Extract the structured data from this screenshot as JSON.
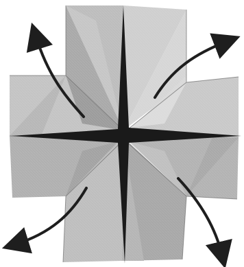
{
  "diagram": {
    "subject": "folded-paper-square-base",
    "palette": {
      "background": "#ffffff",
      "paper_light": "#d8d8d8",
      "paper_mid": "#b8b8b8",
      "paper_dark": "#8f8f8f",
      "crease": "#6e6e6e",
      "star_center": "#1a1a1a",
      "arrow": "#1e1e1e"
    },
    "arrows": [
      {
        "name": "arrow-up-left",
        "direction": "up-left"
      },
      {
        "name": "arrow-up-right",
        "direction": "up-right"
      },
      {
        "name": "arrow-down-left",
        "direction": "down-left"
      },
      {
        "name": "arrow-down-right",
        "direction": "down-right"
      }
    ]
  }
}
